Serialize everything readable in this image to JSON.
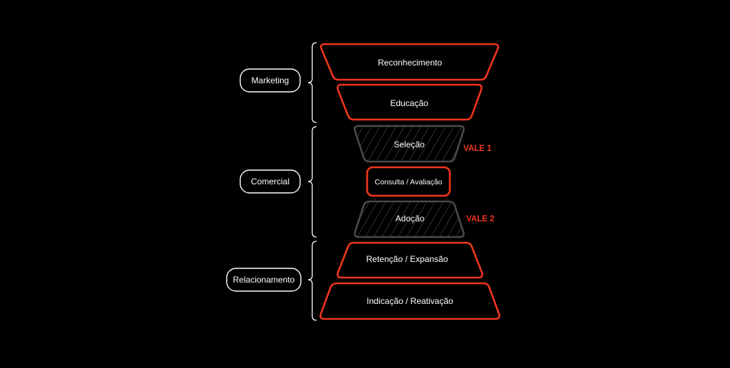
{
  "colors": {
    "background": "#000000",
    "accent": "#f0351d",
    "valley_stroke": "#4a4a4a",
    "valley_hatch": "#5c5c5c",
    "text": "#ffffff"
  },
  "groups": {
    "marketing": "Marketing",
    "comercial": "Comercial",
    "relacionamento": "Relacionamento"
  },
  "stages": {
    "reconhecimento": "Reconhecimento",
    "educacao": "Educação",
    "selecao": "Seleção",
    "consulta": "Consulta / Avaliação",
    "adocao": "Adoção",
    "retencao": "Retenção / Expansão",
    "indicacao": "Indicação / Reativação"
  },
  "valleys": {
    "vale1": "VALE 1",
    "vale2": "VALE 2"
  }
}
